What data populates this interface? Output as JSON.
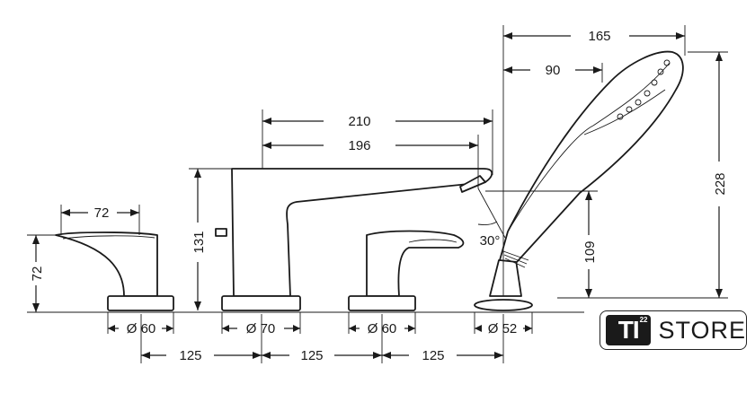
{
  "dimensions": {
    "handle_left_width": "72",
    "handle_left_height": "72",
    "base_left_diameter": "Ø 60",
    "spout_length_outer": "210",
    "spout_length_inner": "196",
    "spout_height": "131",
    "base_spout_diameter": "Ø 70",
    "base_right_diameter": "Ø 60",
    "shower_length": "165",
    "shower_reach": "90",
    "shower_height": "228",
    "shower_outlet_height": "109",
    "spout_angle": "30°",
    "base_shower_diameter": "Ø 52",
    "spacing_1": "125",
    "spacing_2": "125",
    "spacing_3": "125"
  },
  "logo": {
    "mark": "TI",
    "superscript": "22",
    "text": "STORE"
  }
}
